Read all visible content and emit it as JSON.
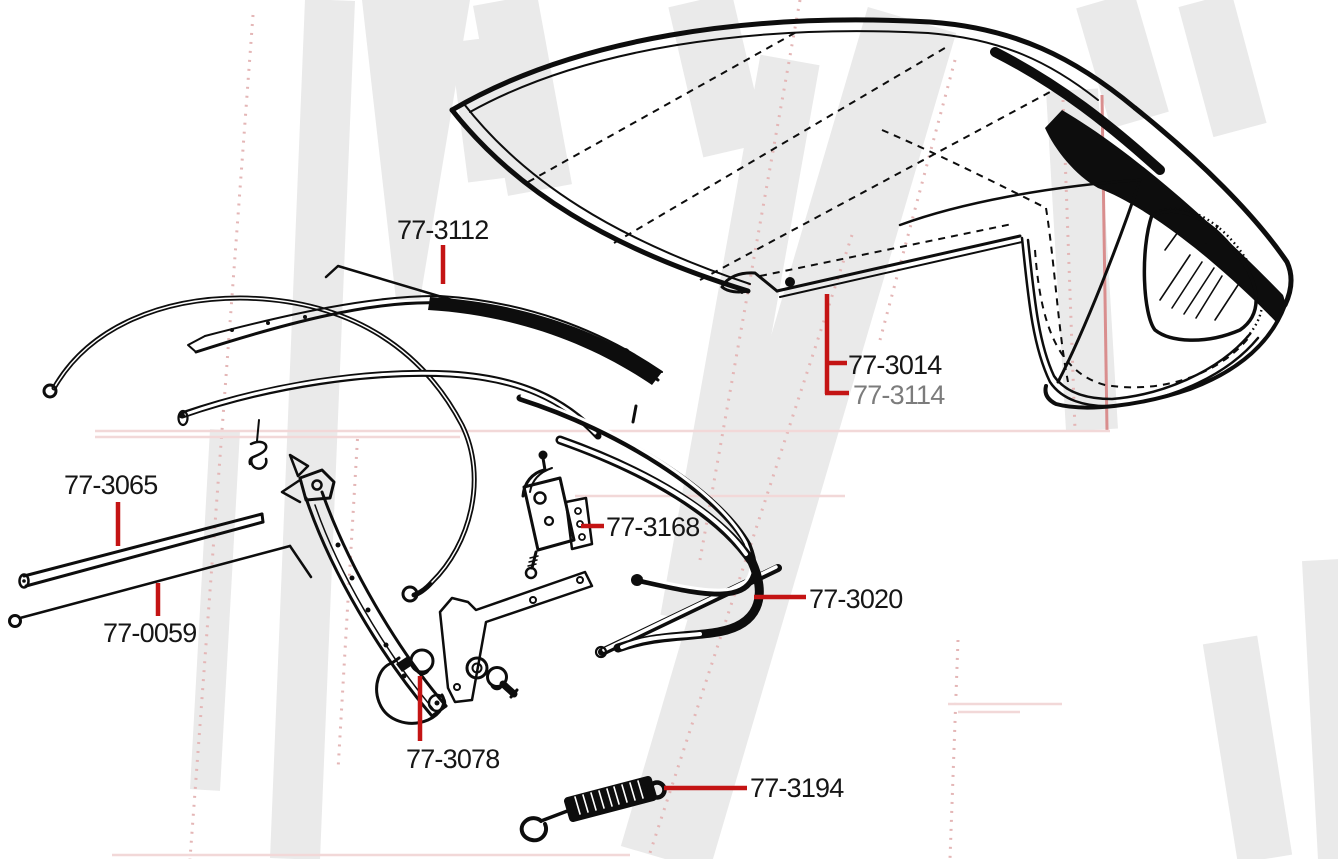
{
  "diagram": {
    "description": "Exploded parts diagram of a convertible soft-top assembly with red callout leader lines",
    "colors": {
      "background": "#ffffff",
      "artwork_line": "#0d0d0d",
      "leader_line": "#c41414",
      "label_text": "#161616",
      "label_text_muted": "#7c7c7c",
      "watermark_gray": "#eaeaea",
      "watermark_pink": "#e4b6b6"
    },
    "parts": [
      {
        "label": "77-3112"
      },
      {
        "label": "77-3014"
      },
      {
        "label": "77-3114"
      },
      {
        "label": "77-3065"
      },
      {
        "label": "77-0059"
      },
      {
        "label": "77-3168"
      },
      {
        "label": "77-3020"
      },
      {
        "label": "77-3078"
      },
      {
        "label": "77-3194"
      }
    ]
  }
}
